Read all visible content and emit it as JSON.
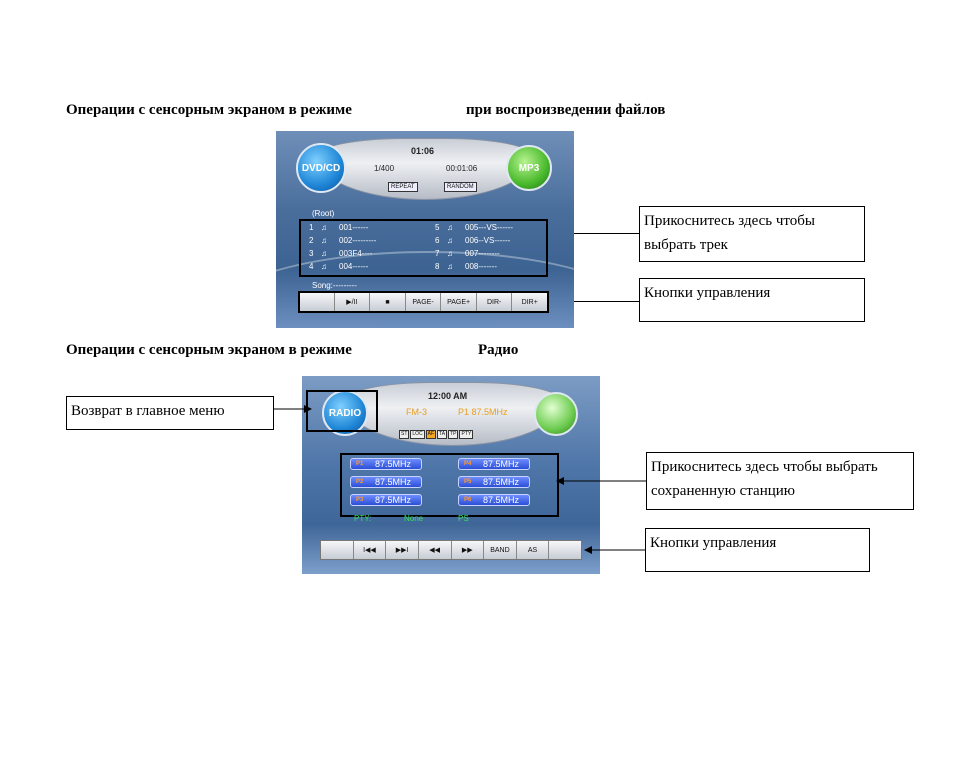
{
  "section_mp3": {
    "heading_left": "Операции с сенсорным экраном в режиме",
    "heading_right": "при воспроизведении файлов",
    "screen": {
      "source_button": "DVD/CD",
      "mode_button": "MP3",
      "clock": "01:06",
      "track_counter": "1/400",
      "elapsed": "00:01:06",
      "repeat_label": "REPEAT",
      "random_label": "RANDOM",
      "folder": "(Root)",
      "tracks": [
        {
          "num": "1",
          "name": "001------"
        },
        {
          "num": "2",
          "name": "002---------"
        },
        {
          "num": "3",
          "name": "003F4----"
        },
        {
          "num": "4",
          "name": "004------"
        },
        {
          "num": "5",
          "name": "005---VS------"
        },
        {
          "num": "6",
          "name": "006--VS------"
        },
        {
          "num": "7",
          "name": "007--------"
        },
        {
          "num": "8",
          "name": "008-------"
        }
      ],
      "song_label": "Song:---------",
      "controls": [
        "",
        "▶/II",
        "■",
        "PAGE-",
        "PAGE+",
        "DIR-",
        "DIR+"
      ]
    },
    "callout_tracks": "Прикоснитесь здесь  чтобы выбрать трек",
    "callout_controls": "Кнопки управления"
  },
  "section_radio": {
    "heading_left": "Операции с сенсорным экраном в режиме",
    "heading_right": "Радио",
    "screen": {
      "source_button": "RADIO",
      "clock": "12:00 AM",
      "band": "FM-3",
      "current_preset": "P1  87.5MHz",
      "flags": [
        "ST",
        "LOC",
        "AF",
        "TA",
        "TP",
        "PTY"
      ],
      "presets": [
        {
          "label": "P1",
          "freq": "87.5MHz"
        },
        {
          "label": "P2",
          "freq": "87.5MHz"
        },
        {
          "label": "P3",
          "freq": "87.5MHz"
        },
        {
          "label": "P4",
          "freq": "87.5MHz"
        },
        {
          "label": "P5",
          "freq": "87.5MHz"
        },
        {
          "label": "P6",
          "freq": "87.5MHz"
        }
      ],
      "pty_label": "PTY:",
      "pty_value": "None",
      "ps_label": "PS",
      "controls": [
        "",
        "I◀◀",
        "▶▶I",
        "◀◀",
        "▶▶",
        "BAND",
        "AS",
        ""
      ]
    },
    "callout_menu": "Возврат в главное меню",
    "callout_presets": "Прикоснитесь здесь  чтобы выбрать сохраненную станцию",
    "callout_controls": "Кнопки управления"
  },
  "colors": {
    "screen_blue": "#4a6e9c",
    "dvd_button": "#2a9be8",
    "mp3_button": "#4cc23a",
    "radio_preset": "#2c4fd6",
    "accent_orange": "#ff9a2a",
    "pty_green": "#39e05a"
  }
}
